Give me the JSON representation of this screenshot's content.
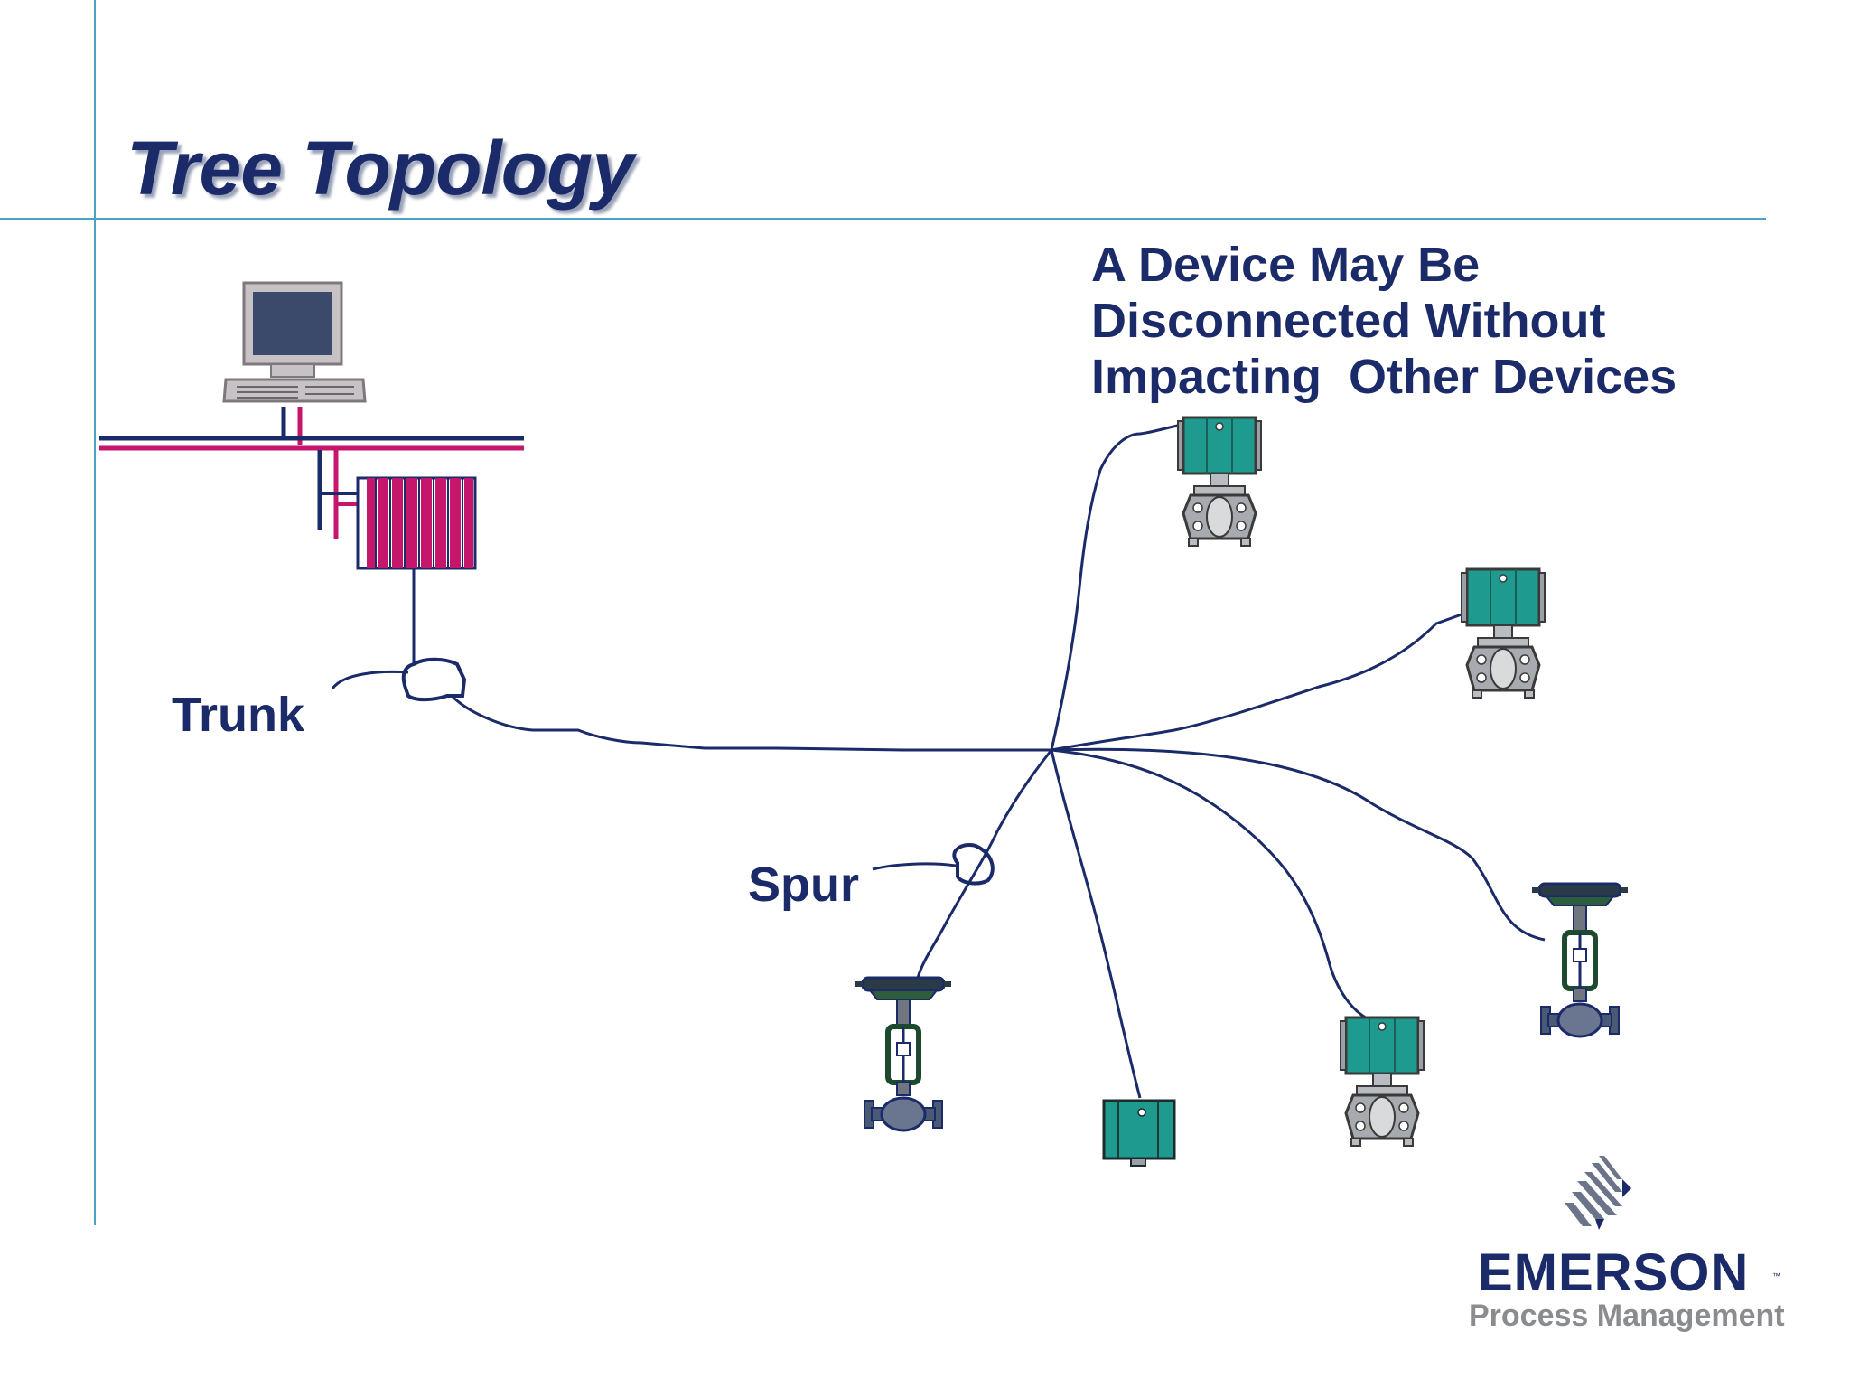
{
  "slide": {
    "title": "Tree Topology",
    "callout": "A Device May Be\nDisconnected Without\nImpacting  Other Devices",
    "labels": {
      "trunk": "Trunk",
      "spur": "Spur"
    }
  },
  "brand": {
    "name": "EMERSON",
    "trademark": "™",
    "subtitle": "Process Management",
    "logo_icon": "emerson-stripes-icon"
  },
  "colors": {
    "navy": "#1b2a68",
    "magenta": "#c5166b",
    "teal": "#1f9a8f",
    "rule": "#4aa3c4",
    "grey": "#8a8c90"
  },
  "devices": [
    {
      "kind": "computer-icon"
    },
    {
      "kind": "io-rack-icon"
    },
    {
      "kind": "pressure-transmitter-icon"
    },
    {
      "kind": "pressure-transmitter-icon"
    },
    {
      "kind": "pressure-transmitter-icon"
    },
    {
      "kind": "control-valve-icon"
    },
    {
      "kind": "control-valve-icon"
    },
    {
      "kind": "junction-box-icon"
    }
  ]
}
